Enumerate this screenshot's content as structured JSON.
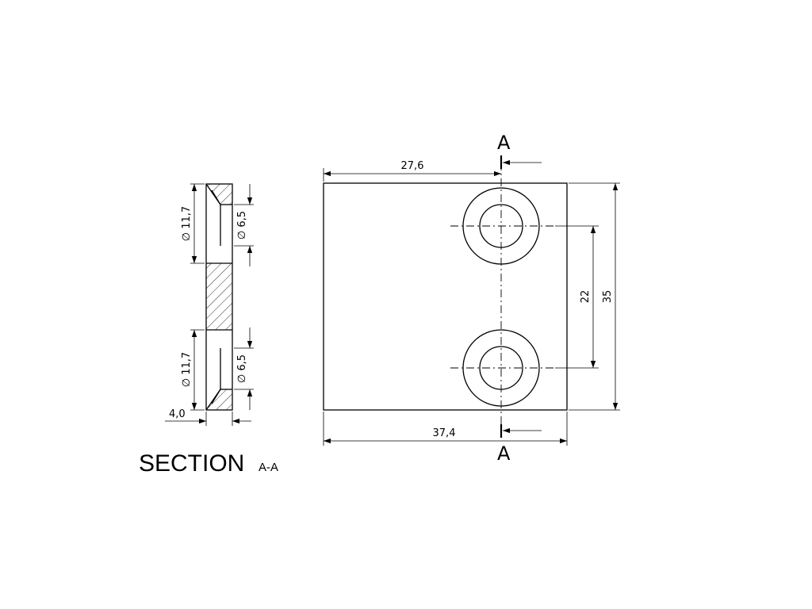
{
  "section_view": {
    "title": "SECTION",
    "title_sub": "A-A",
    "dims": {
      "counterbore_top": "∅ 11,7",
      "hole_top": "∅ 6,5",
      "counterbore_bottom": "∅ 11,7",
      "hole_bottom": "∅ 6,5",
      "thickness": "4,0"
    }
  },
  "front_view": {
    "section_label_top": "A",
    "section_label_bottom": "A",
    "dims": {
      "hole_offset": "27,6",
      "width": "37,4",
      "hole_spacing": "22",
      "height": "35"
    }
  }
}
